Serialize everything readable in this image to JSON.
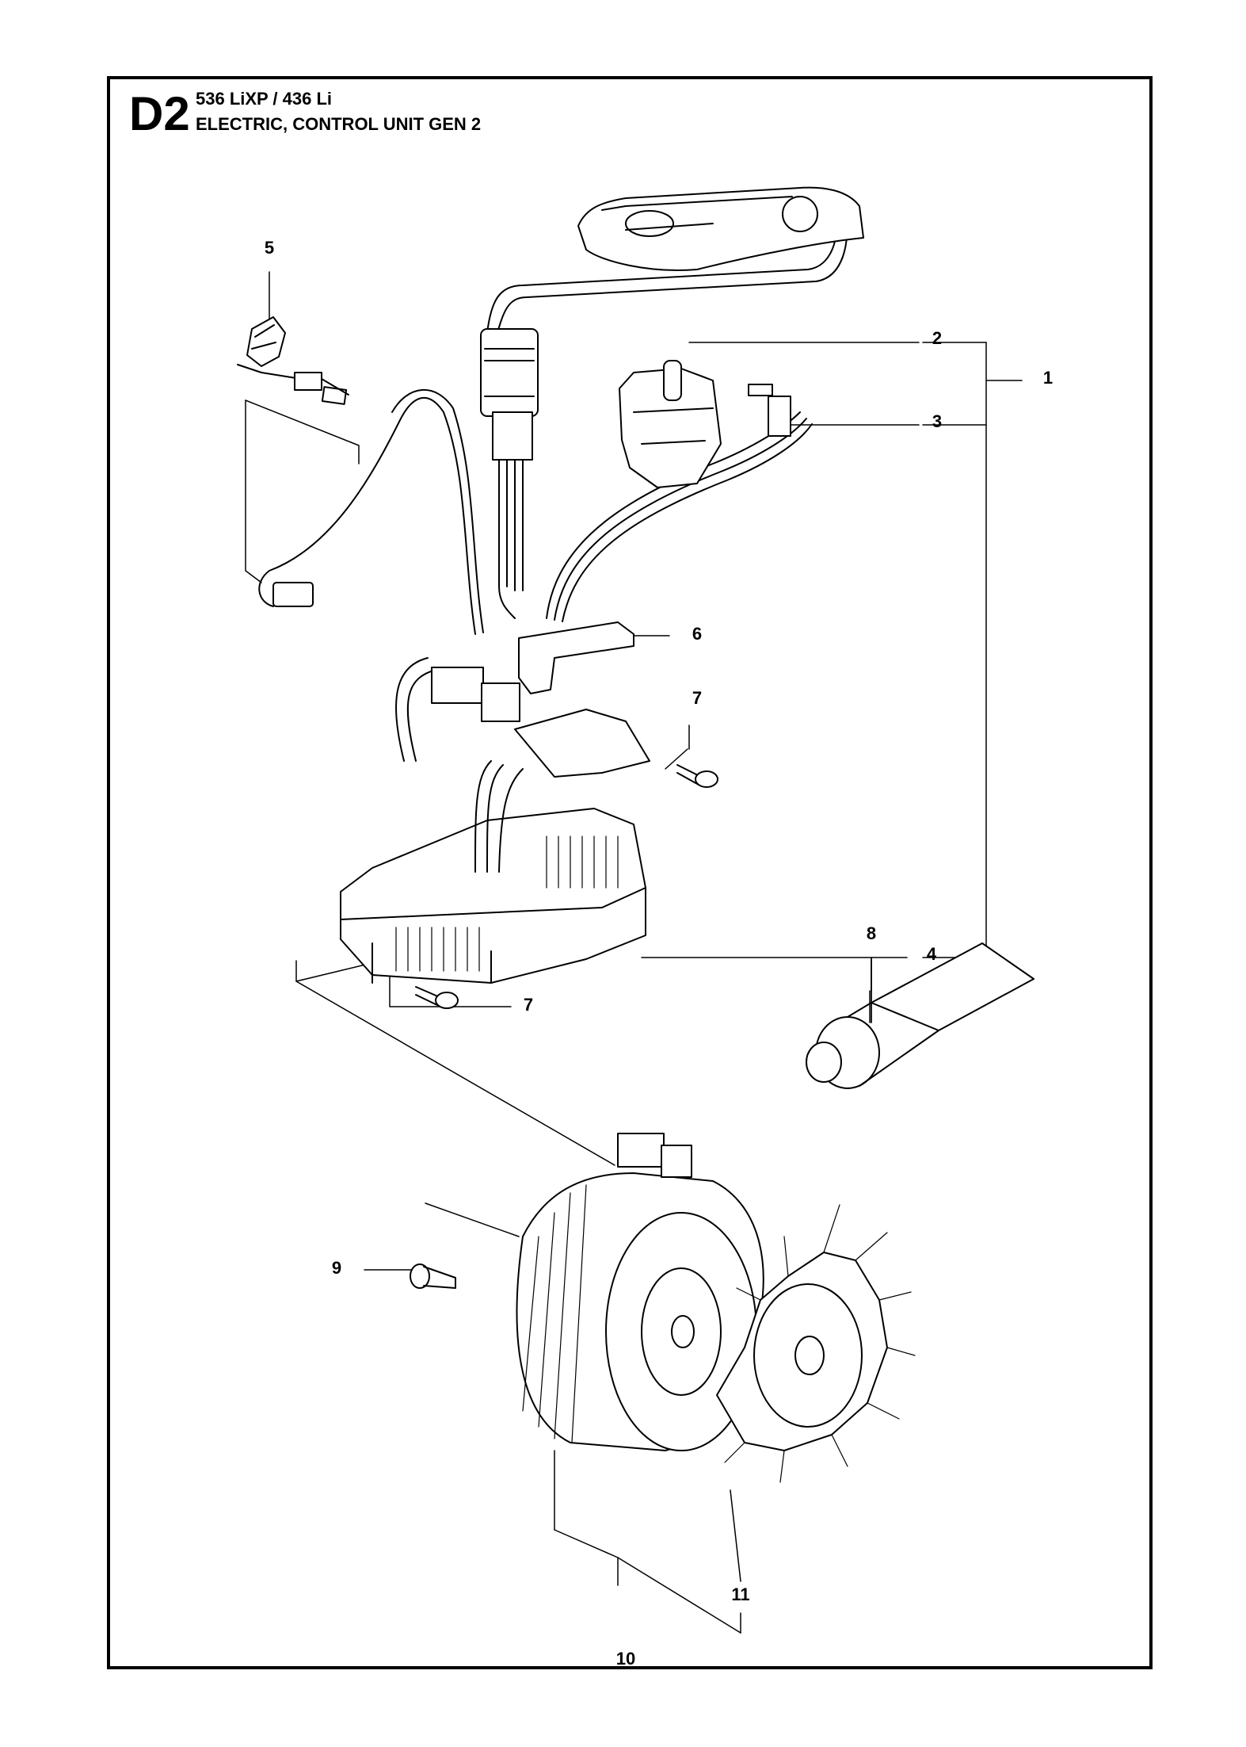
{
  "header": {
    "section_code": "D2",
    "model": "536 LiXP / 436 Li",
    "subtitle": "ELECTRIC, CONTROL UNIT GEN 2"
  },
  "callouts": [
    "1",
    "2",
    "3",
    "4",
    "5",
    "6",
    "7",
    "7",
    "8",
    "9",
    "10",
    "11"
  ]
}
